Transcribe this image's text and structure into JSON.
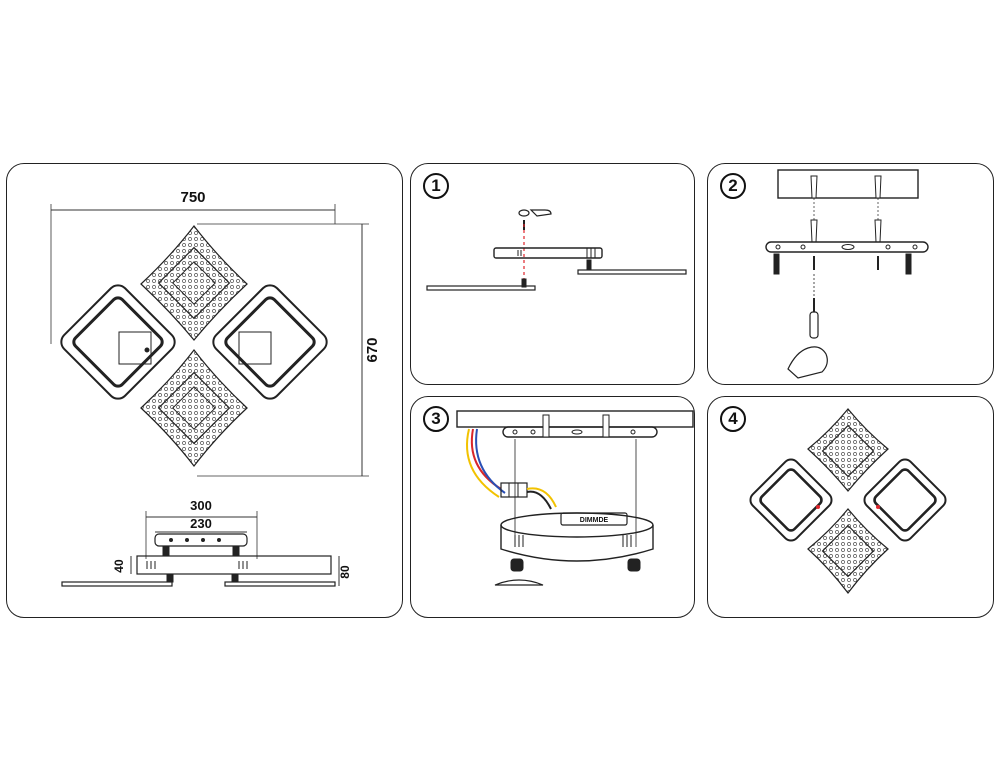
{
  "dimensions": {
    "width_main": "750",
    "height_main": "670",
    "canopy_outer": "300",
    "canopy_inner": "230",
    "side_height_small": "40",
    "side_height_total": "80"
  },
  "steps": {
    "s1": "1",
    "s2": "2",
    "s3": "3",
    "s4": "4"
  },
  "driver_label": "DIMMDE",
  "colors": {
    "wire_red": "#d8262a",
    "wire_blue": "#2a4fb5",
    "wire_yellow": "#f2c200",
    "line": "#222222",
    "accent_red": "#e0242b"
  }
}
